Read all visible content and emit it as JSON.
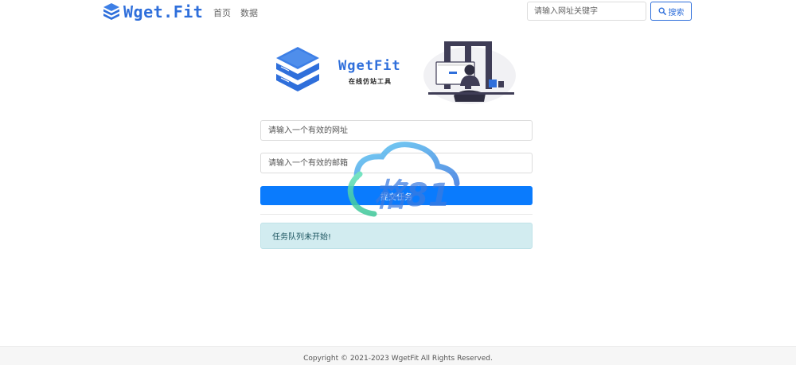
{
  "navbar": {
    "brand_text": "Wget.Fit",
    "brand_icon": "stacked-server-icon",
    "links": [
      {
        "label": "首页"
      },
      {
        "label": "数据"
      }
    ],
    "search": {
      "placeholder": "请输入网址关键字",
      "button_label": "搜索",
      "button_icon": "search-icon"
    }
  },
  "hero": {
    "title": "WgetFit",
    "subtitle": "在线仿站工具",
    "logo_icon": "stacked-server-icon",
    "illustration": "person-at-computer-illustration"
  },
  "form": {
    "url_placeholder": "请输入一个有效的网址",
    "email_placeholder": "请输入一个有效的邮箱",
    "submit_label": "提交任务"
  },
  "status": {
    "message": "任务队列未开始!"
  },
  "footer": {
    "copyright": "Copyright © 2021-2023 WgetFit All Rights Reserved."
  },
  "colors": {
    "brand": "#2f6fdb",
    "primary_button": "#0a7bfd",
    "alert_bg": "#d2ecf0",
    "alert_text": "#1e5661"
  }
}
